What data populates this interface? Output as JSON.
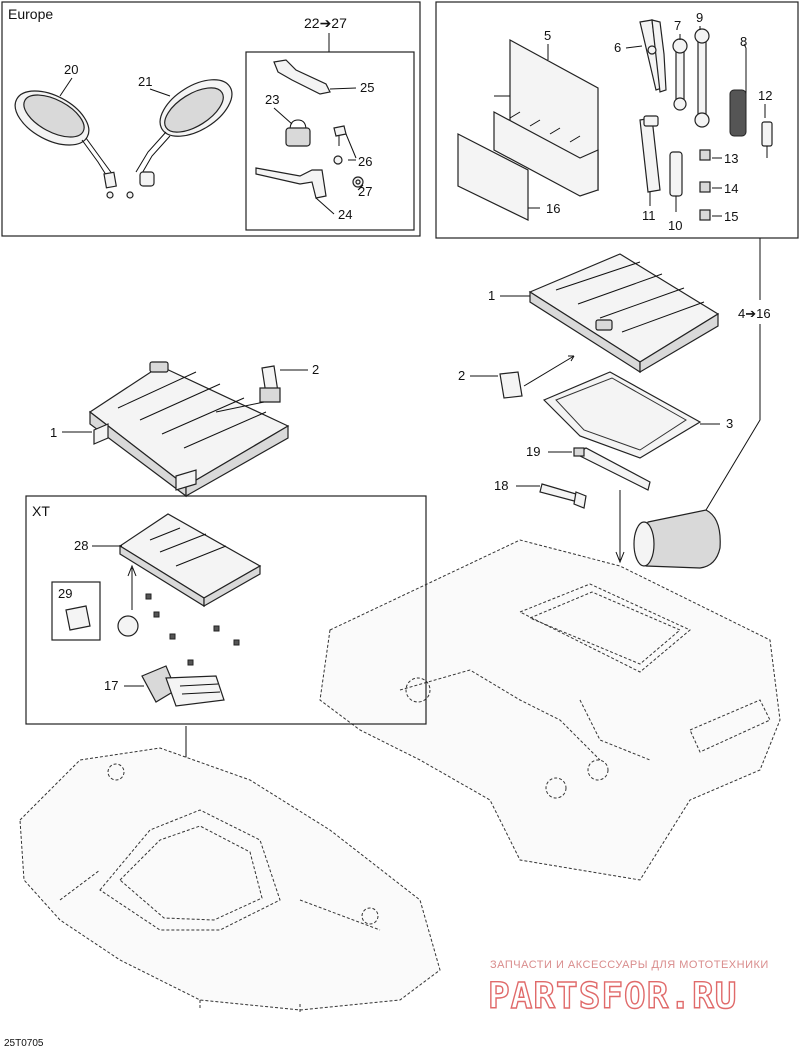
{
  "insets": {
    "europe": {
      "title": "Europe"
    },
    "kit_22_27": {
      "title": "22➔27"
    },
    "xt": {
      "title": "XT"
    }
  },
  "callouts": {
    "c1a": "1",
    "c1b": "1",
    "c2a": "2",
    "c2b": "2",
    "c3": "3",
    "c4_16": "4➔16",
    "c5": "5",
    "c6": "6",
    "c7": "7",
    "c8": "8",
    "c9": "9",
    "c10": "10",
    "c11": "11",
    "c12": "12",
    "c13": "13",
    "c14": "14",
    "c15": "15",
    "c16": "16",
    "c17": "17",
    "c18": "18",
    "c19": "19",
    "c20": "20",
    "c21": "21",
    "c23": "23",
    "c24": "24",
    "c25": "25",
    "c26": "26",
    "c27": "27",
    "c28": "28",
    "c29": "29"
  },
  "figure_code": "25T0705",
  "watermark": {
    "tagline": "ЗАПЧАСТИ И АКСЕССУАРЫ ДЛЯ МОТОТЕХНИКИ",
    "brand": "PARTSFOR.RU"
  },
  "colors": {
    "line": "#222222",
    "watermark": "#e06a6a"
  }
}
